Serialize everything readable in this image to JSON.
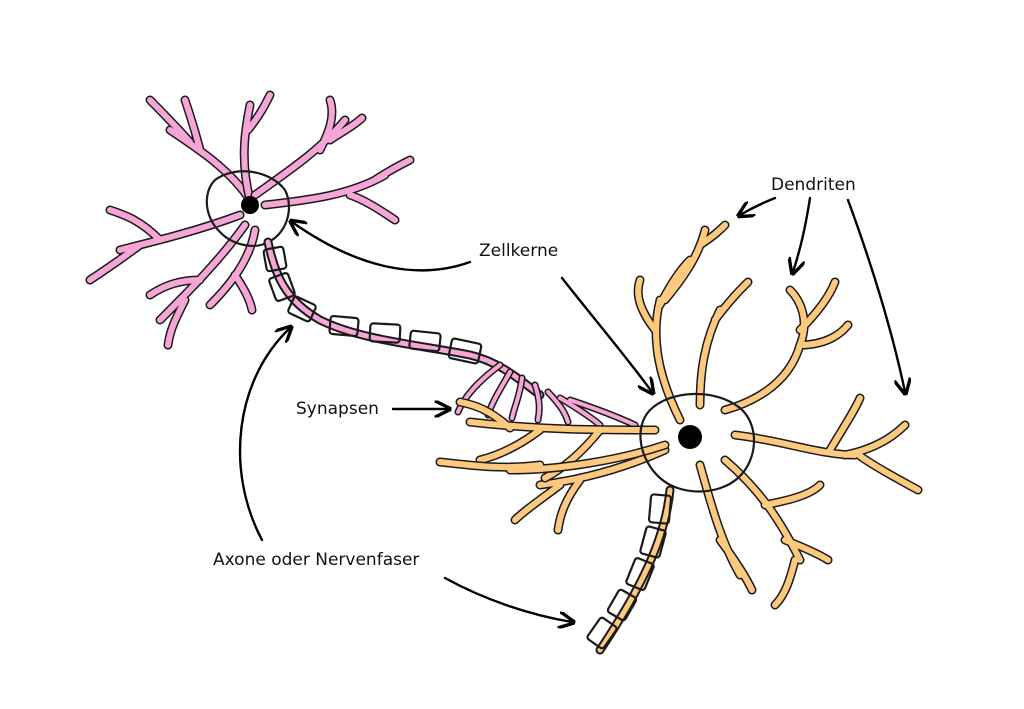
{
  "labels": {
    "dendrites": "Dendriten",
    "nuclei": "Zellkerne",
    "synapses": "Synapsen",
    "axon": "Axone oder Nervenfaser"
  },
  "colors": {
    "neuron_pink": "#f5a6d6",
    "neuron_orange": "#fcc97e",
    "myelin": "#a9e2f3",
    "nucleus": "#000000",
    "outline": "#1a1a1a"
  }
}
